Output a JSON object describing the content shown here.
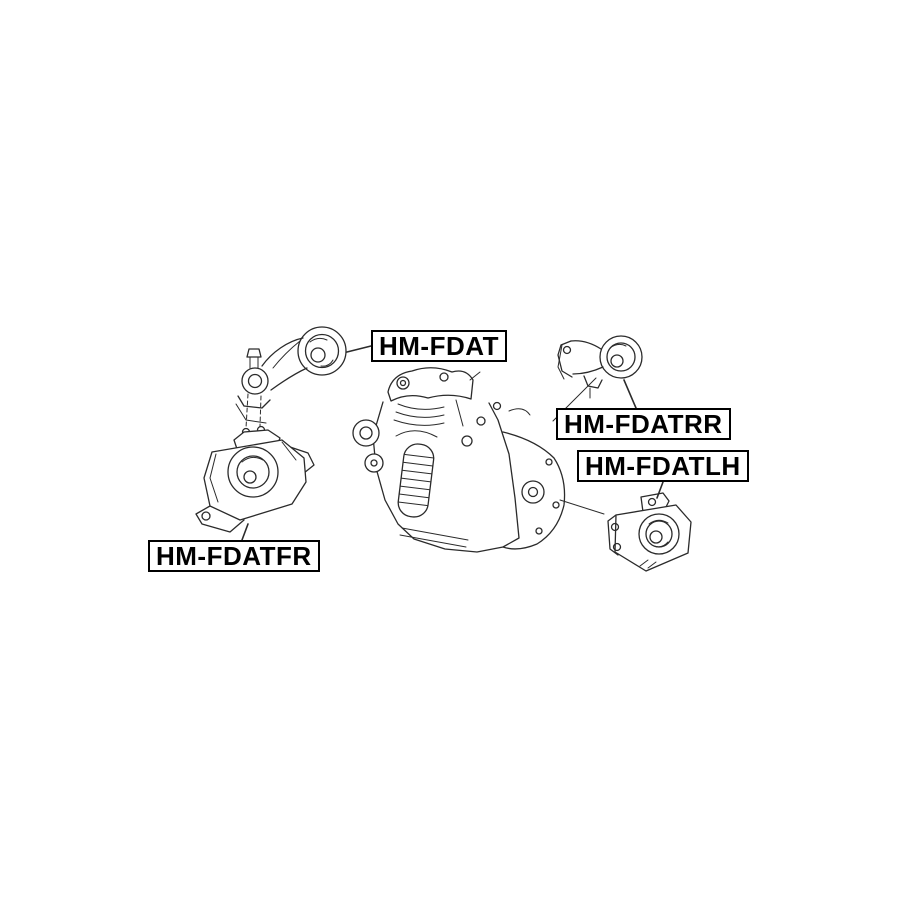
{
  "diagram": {
    "labels": {
      "torque_rod_mount": "HM-FDAT",
      "rear_mount": "HM-FDATRR",
      "left_mount": "HM-FDATLH",
      "front_mount": "HM-FDATFR"
    },
    "colors": {
      "line": "#2b2b2b",
      "label_border": "#000000",
      "label_text": "#000000",
      "background": "#ffffff"
    }
  }
}
